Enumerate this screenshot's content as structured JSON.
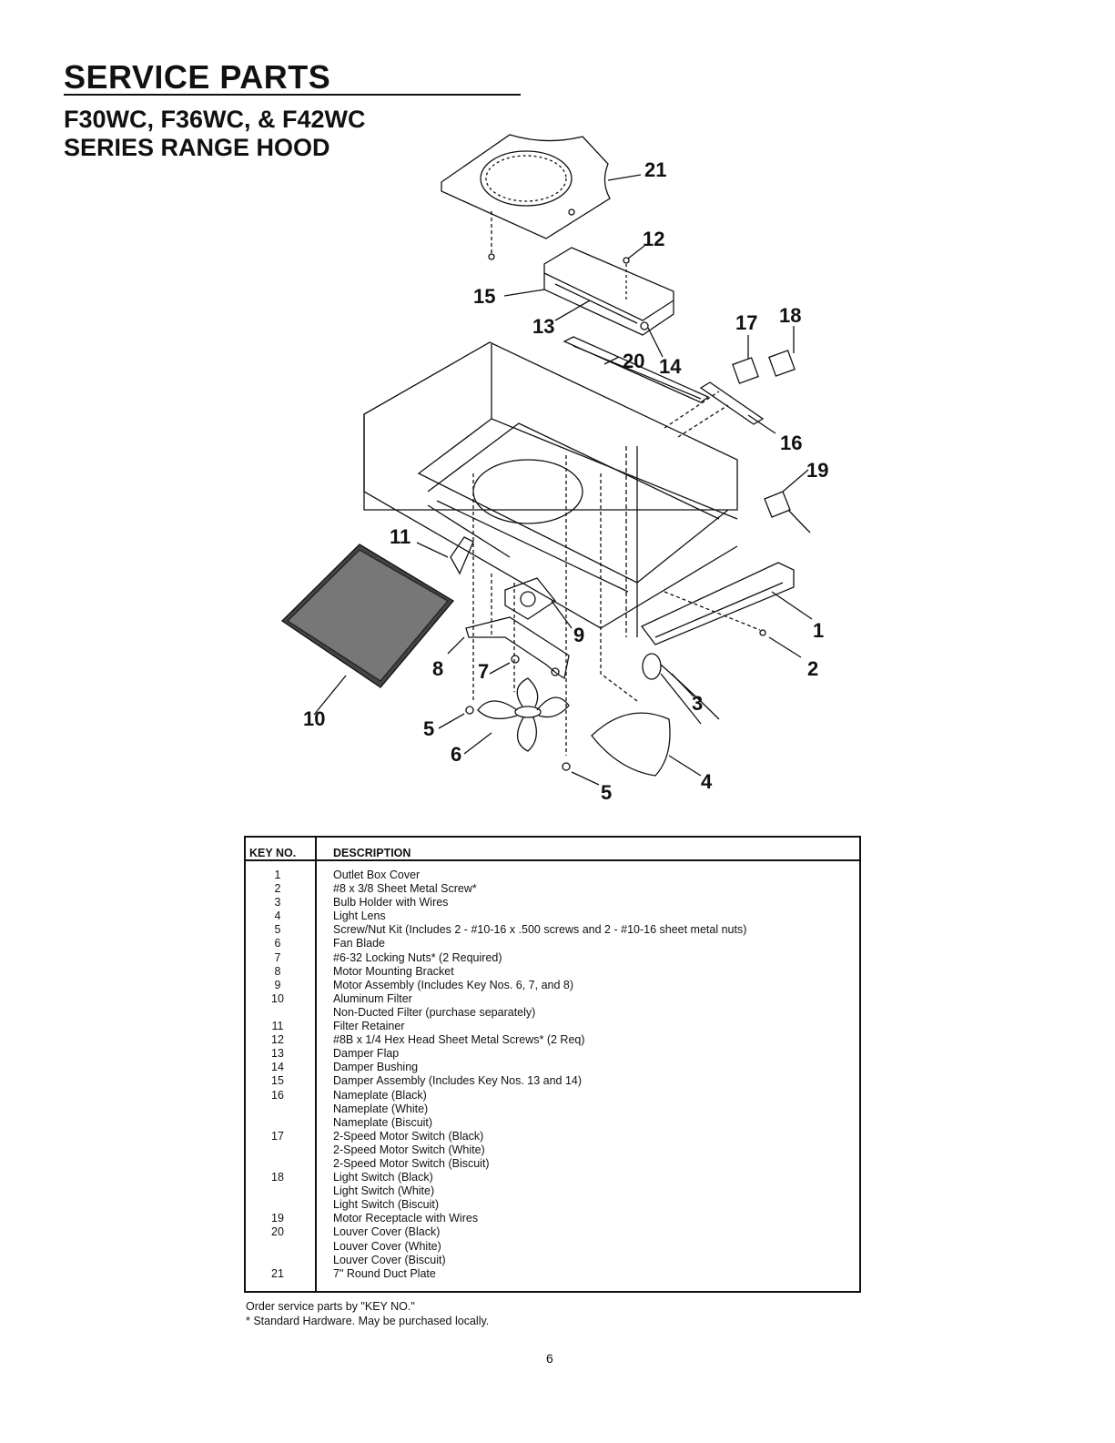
{
  "header": {
    "title": "SERVICE PARTS",
    "subtitle_line1": "F30WC, F36WC, & F42WC",
    "subtitle_line2": "SERIES RANGE HOOD"
  },
  "diagram": {
    "callouts": [
      "21",
      "12",
      "15",
      "13",
      "17",
      "18",
      "20",
      "14",
      "16",
      "19",
      "11",
      "1",
      "9",
      "2",
      "8",
      "7",
      "3",
      "10",
      "5",
      "6",
      "5",
      "4"
    ]
  },
  "table": {
    "header_key": "KEY NO.",
    "header_desc": "DESCRIPTION",
    "rows": [
      {
        "key": "1",
        "desc": "Outlet Box Cover"
      },
      {
        "key": "2",
        "desc": "#8 x 3/8 Sheet Metal Screw*"
      },
      {
        "key": "3",
        "desc": "Bulb Holder with Wires"
      },
      {
        "key": "4",
        "desc": "Light Lens"
      },
      {
        "key": "5",
        "desc": "Screw/Nut Kit (Includes 2 - #10-16 x .500 screws and  2 - #10-16 sheet metal nuts)"
      },
      {
        "key": "6",
        "desc": "Fan Blade"
      },
      {
        "key": "7",
        "desc": "#6-32 Locking Nuts*  (2 Required)"
      },
      {
        "key": "8",
        "desc": "Motor Mounting Bracket"
      },
      {
        "key": "9",
        "desc": "Motor Assembly (Includes Key Nos. 6, 7, and 8)"
      },
      {
        "key": "10",
        "desc": "Aluminum Filter"
      },
      {
        "key": "",
        "desc": "Non-Ducted Filter (purchase separately)"
      },
      {
        "key": "11",
        "desc": "Filter Retainer"
      },
      {
        "key": "12",
        "desc": "#8B x 1/4 Hex Head Sheet Metal Screws* (2 Req)"
      },
      {
        "key": "13",
        "desc": "Damper Flap"
      },
      {
        "key": "14",
        "desc": "Damper Bushing"
      },
      {
        "key": "15",
        "desc": "Damper Assembly (Includes Key Nos. 13 and 14)"
      },
      {
        "key": "16",
        "desc": "Nameplate (Black)"
      },
      {
        "key": "",
        "desc": "Nameplate (White)"
      },
      {
        "key": "",
        "desc": "Nameplate (Biscuit)"
      },
      {
        "key": "17",
        "desc": "2-Speed Motor Switch (Black)"
      },
      {
        "key": "",
        "desc": "2-Speed Motor Switch (White)"
      },
      {
        "key": "",
        "desc": "2-Speed Motor Switch (Biscuit)"
      },
      {
        "key": "18",
        "desc": "Light Switch (Black)"
      },
      {
        "key": "",
        "desc": "Light Switch (White)"
      },
      {
        "key": "",
        "desc": "Light Switch (Biscuit)"
      },
      {
        "key": "19",
        "desc": "Motor Receptacle with Wires"
      },
      {
        "key": "20",
        "desc": "Louver Cover (Black)"
      },
      {
        "key": "",
        "desc": "Louver Cover (White)"
      },
      {
        "key": "",
        "desc": "Louver Cover (Biscuit)"
      },
      {
        "key": "21",
        "desc": "7\" Round Duct Plate"
      }
    ]
  },
  "notes": {
    "line1": "Order service parts by \"KEY NO.\"",
    "line2": "* Standard Hardware. May be purchased locally."
  },
  "footer": {
    "page_number": "6"
  }
}
